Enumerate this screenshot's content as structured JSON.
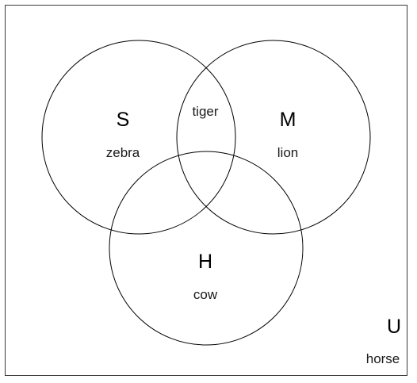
{
  "diagram": {
    "type": "venn",
    "universe": {
      "label": "U",
      "outside_item": "horse"
    },
    "sets": [
      {
        "id": "S",
        "label": "S",
        "only_item": "zebra"
      },
      {
        "id": "M",
        "label": "M",
        "only_item": "lion"
      },
      {
        "id": "H",
        "label": "H",
        "only_item": "cow"
      }
    ],
    "intersections": [
      {
        "sets": [
          "S",
          "M"
        ],
        "item": "tiger"
      }
    ],
    "colors": {
      "outline": "#000000",
      "frame": "#3a3a3a",
      "background": "#ffffff"
    }
  }
}
